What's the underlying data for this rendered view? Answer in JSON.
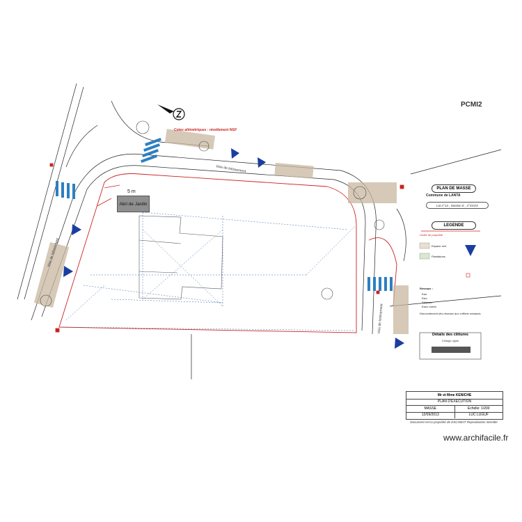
{
  "plan_id": "PCMI2",
  "road_label_top": "Voie de lotissement",
  "road_label_left": "Voie de lotissement",
  "road_label_right": "Voie de lotissement",
  "red_note": "Cotes altimétriques : nivellement NGF",
  "abri_label": "Abri de Jardin",
  "dimension_label": "5 m",
  "legend": {
    "plan_title": "PLAN DE MASSE",
    "commune": "Commune de LANTA",
    "lot": "Lot n°13 , Section E , n°XXXX",
    "legende_title": "LEGENDE",
    "lines": [
      "Limite de propriété",
      "Espace vert",
      "Plantations",
      "Réseaux :",
      "Eau",
      "Elec",
      "Télécom",
      "Eaux usées"
    ],
    "note": "Raccordement des réseaux aux coffrets existants"
  },
  "clotures": {
    "title": "Détails des clôtures",
    "subtitle": "Grillage rigide"
  },
  "cartouche": {
    "owner": "Mr et Mme KENICHE",
    "plan": "PLAN D'EXECUTION",
    "type": "MASSE",
    "scale": "Echelle: 1/200",
    "date": "12/09/2013",
    "author": "LUC LUGUF",
    "footer": "Document est la propriété de ESCOBAT Reproduction interdite"
  },
  "watermark": "www.archifacile.fr",
  "colors": {
    "road": "#333333",
    "property_line": "#cc2222",
    "dim_line": "#3366aa",
    "arrow_blue": "#1a3ea0",
    "crosswalk": "#2d7fc0",
    "parking": "#c8b7a0"
  }
}
